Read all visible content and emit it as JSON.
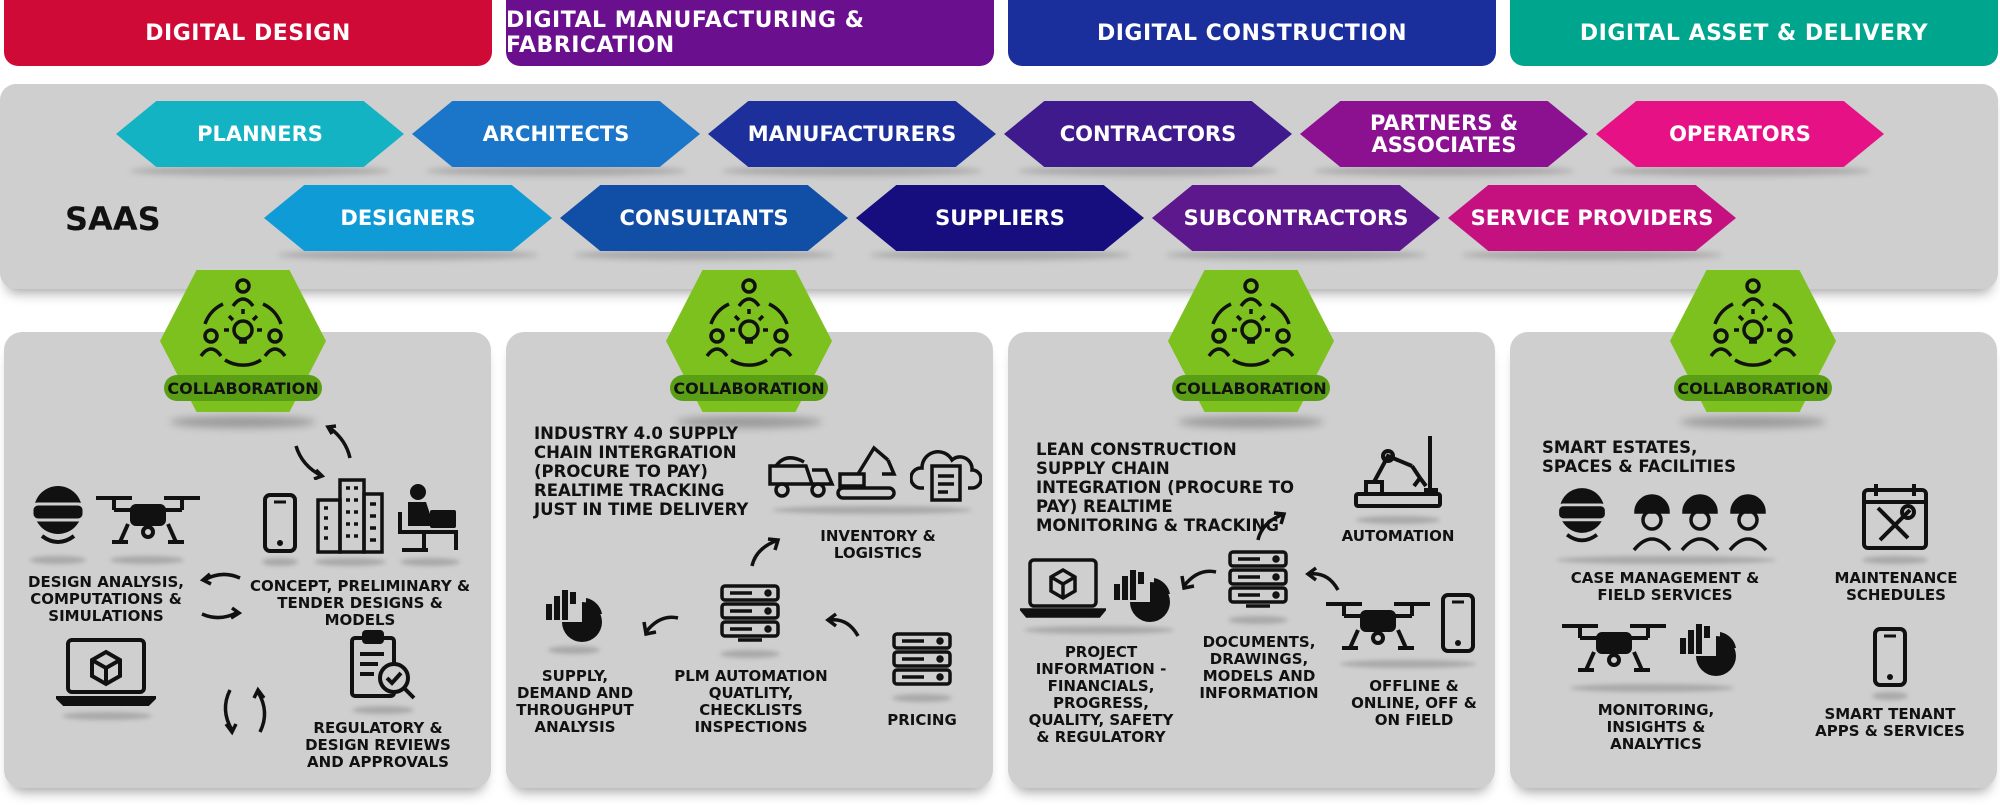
{
  "headers": [
    {
      "label": "DIGITAL DESIGN",
      "color": "#cf0a36"
    },
    {
      "label": "DIGITAL MANUFACTURING & FABRICATION",
      "color": "#6a0f8e"
    },
    {
      "label": "DIGITAL CONSTRUCTION",
      "color": "#1b2f9c"
    },
    {
      "label": "DIGITAL ASSET & DELIVERY",
      "color": "#00a58e"
    }
  ],
  "saas": {
    "label": "SAAS",
    "row1": [
      {
        "label": "PLANNERS",
        "color": "#14b3c3"
      },
      {
        "label": "ARCHITECTS",
        "color": "#1b75c8"
      },
      {
        "label": "MANUFACTURERS",
        "color": "#1c2f9a"
      },
      {
        "label": "CONTRACTORS",
        "color": "#3e1a8c"
      },
      {
        "label": "PARTNERS & ASSOCIATES",
        "color": "#8b1190"
      },
      {
        "label": "OPERATORS",
        "color": "#e51185"
      }
    ],
    "row2": [
      {
        "label": "DESIGNERS",
        "color": "#0e9bd6"
      },
      {
        "label": "CONSULTANTS",
        "color": "#114ea6"
      },
      {
        "label": "SUPPLIERS",
        "color": "#160d7e"
      },
      {
        "label": "SUBCONTRACTORS",
        "color": "#5d188e"
      },
      {
        "label": "SERVICE PROVIDERS",
        "color": "#c4117f"
      }
    ]
  },
  "collaboration_label": "COLLABORATION",
  "panels": {
    "design": {
      "design_analysis": "DESIGN ANALYSIS, COMPUTATIONS & SIMULATIONS",
      "concept": "CONCEPT, PRELIMINARY & TENDER DESIGNS & MODELS",
      "regulatory": "REGULATORY & DESIGN REVIEWS AND APPROVALS"
    },
    "manufacturing": {
      "heading": "INDUSTRY 4.0 SUPPLY CHAIN INTERGRATION (PROCURE TO PAY) REALTIME TRACKING JUST IN TIME DELIVERY",
      "inventory": "INVENTORY & LOGISTICS",
      "supply": "SUPPLY, DEMAND AND THROUGHPUT ANALYSIS",
      "plm": "PLM AUTOMATION QUATLITY, CHECKLISTS INSPECTIONS",
      "pricing": "PRICING"
    },
    "construction": {
      "heading": "LEAN CONSTRUCTION SUPPLY CHAIN INTEGRATION (PROCURE TO PAY) REALTIME MONITORING & TRACKING",
      "automation": "AUTOMATION",
      "project_info": "PROJECT INFORMATION - FINANCIALS, PROGRESS, QUALITY, SAFETY & REGULATORY",
      "documents": "DOCUMENTS, DRAWINGS, MODELS AND INFORMATION",
      "offline": "OFFLINE & ONLINE, OFF & ON FIELD"
    },
    "asset": {
      "heading": "SMART ESTATES, SPACES & FACILITIES",
      "case_mgmt": "CASE MANAGEMENT & FIELD SERVICES",
      "maintenance": "MAINTENANCE SCHEDULES",
      "monitoring": "MONITORING, INSIGHTS & ANALYTICS",
      "tenant": "SMART TENANT APPS & SERVICES"
    }
  }
}
